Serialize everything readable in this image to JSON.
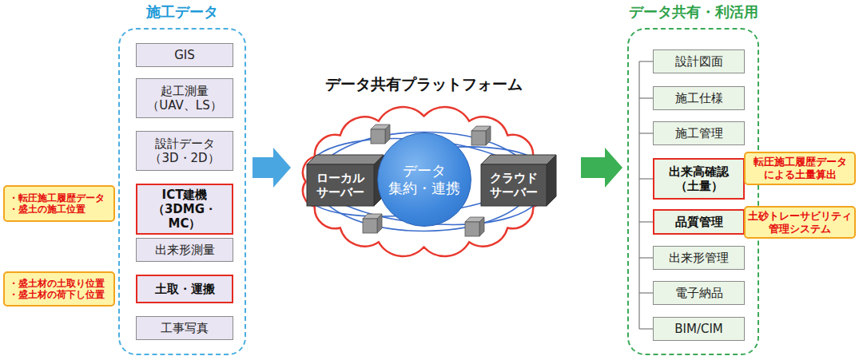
{
  "diagram": {
    "nodes": [
      {
        "text": [
          "施工データ"
        ]
      },
      {
        "text": [
          "GIS"
        ],
        "in": 0
      },
      {
        "text": [
          "起工測量 （UAV、LS）"
        ],
        "in": 0
      },
      {
        "text": [
          "設計データ （3D・2D）"
        ],
        "in": 0
      },
      {
        "text": [
          "ICT建機 （3DMG・MC）"
        ],
        "in": 0
      },
      {
        "text": [
          "出来形測量"
        ],
        "in": 0
      },
      {
        "text": [
          "土取・運搬"
        ],
        "in": 0
      },
      {
        "text": [
          "工事写真"
        ],
        "in": 0
      },
      {
        "text": [
          "・転圧施工履歴データ",
          "・盛土の施工位置"
        ]
      },
      {
        "text": [
          "・盛土材の土取り位置",
          "・盛土材の荷下し位置"
        ]
      },
      {
        "text": [
          "データ共有プラットフォーム"
        ]
      },
      {
        "text": [
          "ローカル サーバー"
        ],
        "in": 10
      },
      {
        "text": [
          "データ 集約・連携"
        ],
        "in": 10
      },
      {
        "text": [
          "クラウド サーバー"
        ],
        "in": 10
      },
      {
        "text": [
          "データ共有・利活用"
        ]
      },
      {
        "text": [
          "設計図面"
        ],
        "in": 14
      },
      {
        "text": [
          "施工仕様"
        ],
        "in": 14
      },
      {
        "text": [
          "施工管理"
        ],
        "in": 14
      },
      {
        "text": [
          "出来高確認 （土量）"
        ],
        "in": 14
      },
      {
        "text": [
          "品質管理"
        ],
        "in": 14
      },
      {
        "text": [
          "出来形管理"
        ],
        "in": 14
      },
      {
        "text": [
          "電子納品"
        ],
        "in": 14
      },
      {
        "text": [
          "BIM/CIM"
        ],
        "in": 14
      },
      {
        "text": [
          "転圧施工履歴データ による土量算出"
        ]
      },
      {
        "text": [
          "土砂トレーサビリティ 管理システム"
        ]
      }
    ],
    "edges": [
      {
        "from": 0,
        "to": 10,
        "arrow": "to"
      },
      {
        "from": 10,
        "to": 14,
        "arrow": "to"
      }
    ]
  }
}
